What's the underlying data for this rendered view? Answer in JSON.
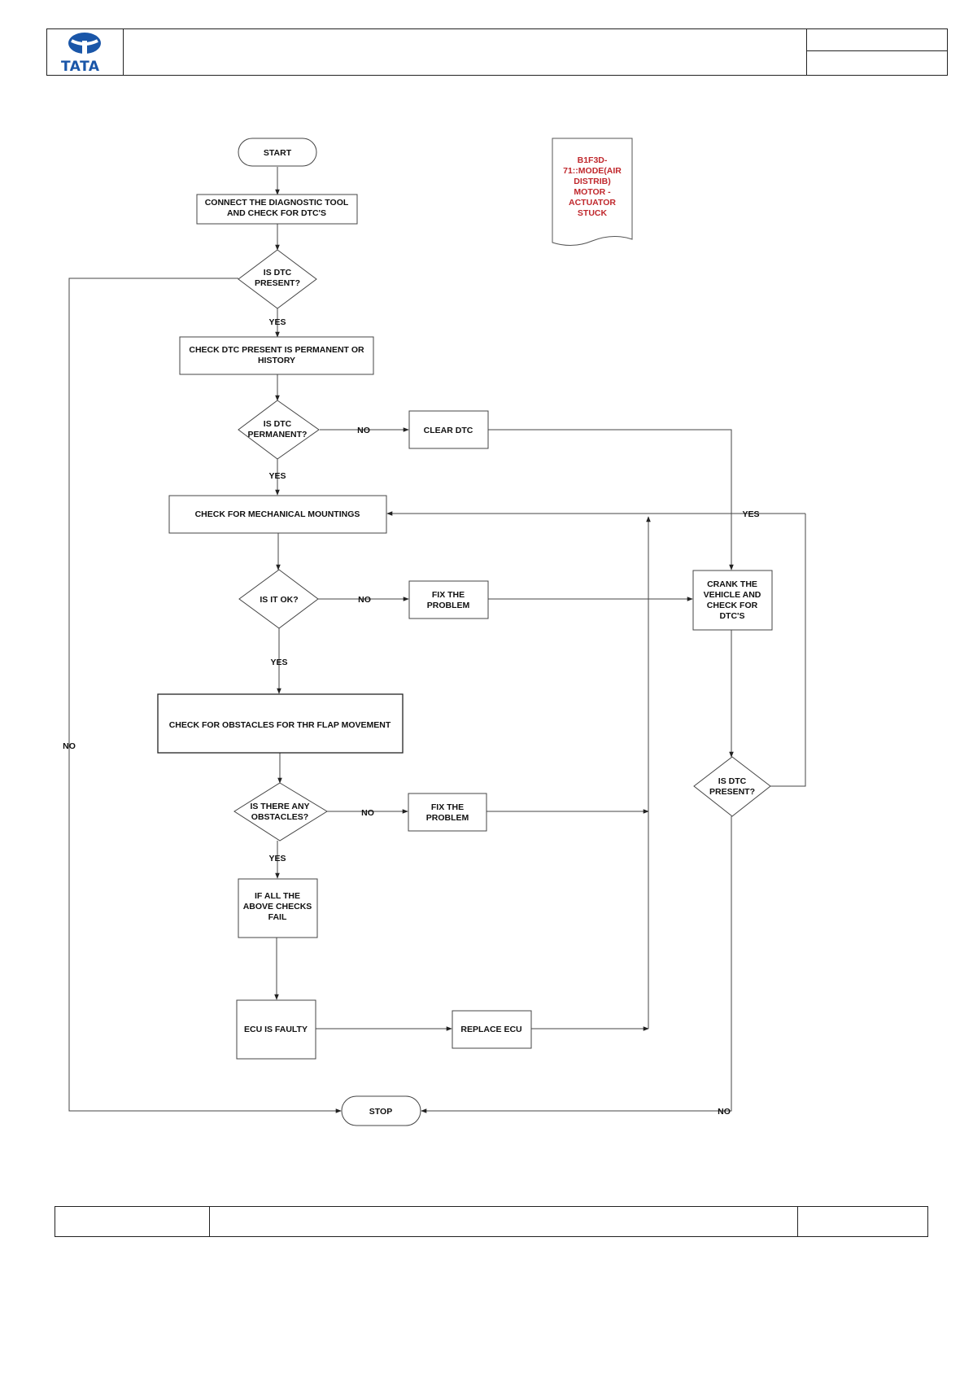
{
  "header": {
    "logo_text": "TATA",
    "logo_color": "#1a56a8"
  },
  "flowchart": {
    "start": "START",
    "connect": [
      "CONNECT THE DIAGNOSTIC TOOL",
      "AND CHECK FOR  DTC'S"
    ],
    "is_dtc_present": [
      "IS  DTC",
      "PRESENT?"
    ],
    "check_permanent": [
      "CHECK DTC  PRESENT IS PERMANENT OR",
      "HISTORY"
    ],
    "is_dtc_permanent": [
      "IS  DTC",
      "PERMANENT?"
    ],
    "clear_dtc": "CLEAR DTC",
    "check_mountings": "CHECK FOR MECHANICAL MOUNTINGS",
    "is_it_ok": "IS IT OK?",
    "fix_problem_1": [
      "FIX THE",
      "PROBLEM"
    ],
    "crank": [
      "CRANK THE",
      "VEHICLE AND",
      "CHECK FOR",
      "DTC'S"
    ],
    "check_obstacles": "CHECK FOR OBSTACLES FOR THR FLAP MOVEMENT",
    "is_dtc_present_2": [
      "IS  DTC",
      "PRESENT?"
    ],
    "any_obstacles": [
      "IS THERE ANY",
      "OBSTACLES?"
    ],
    "fix_problem_2": [
      "FIX THE",
      "PROBLEM"
    ],
    "all_checks_fail": [
      "IF ALL THE",
      "ABOVE CHECKS",
      "FAIL"
    ],
    "ecu_faulty": "ECU IS FAULTY",
    "replace_ecu": "REPLACE ECU",
    "stop": "STOP",
    "labels": {
      "yes": "YES",
      "no": "NO"
    },
    "dtc_note": [
      "B1F3D-",
      "71::MODE(AIR",
      "DISTRIB)",
      "MOTOR -",
      "ACTUATOR",
      "STUCK"
    ],
    "dtc_note_color": "#c0282d"
  }
}
